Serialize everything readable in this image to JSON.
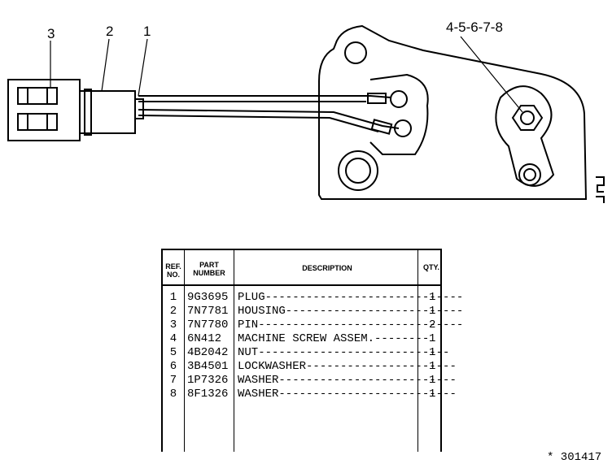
{
  "callouts": {
    "c1": "1",
    "c2": "2",
    "c3": "3",
    "c4": "4-5-6-7-8"
  },
  "table": {
    "headers": {
      "ref_line1": "REF.",
      "ref_line2": "NO.",
      "part_line1": "PART",
      "part_line2": "NUMBER",
      "description": "DESCRIPTION",
      "qty": "QTY."
    },
    "rows": [
      {
        "ref": "1",
        "part": "9G3695",
        "desc": "PLUG-----------------------------",
        "qty": "1"
      },
      {
        "ref": "2",
        "part": "7N7781",
        "desc": "HOUSING--------------------------",
        "qty": "1"
      },
      {
        "ref": "3",
        "part": "7N7780",
        "desc": "PIN------------------------------",
        "qty": "2"
      },
      {
        "ref": "4",
        "part": "6N412",
        "desc": "MACHINE SCREW ASSEM.--------",
        "qty": "1"
      },
      {
        "ref": "5",
        "part": "4B2042",
        "desc": "NUT----------------------------",
        "qty": "1"
      },
      {
        "ref": "6",
        "part": "3B4501",
        "desc": "LOCKWASHER----------------------",
        "qty": "1"
      },
      {
        "ref": "7",
        "part": "1P7326",
        "desc": "WASHER--------------------------",
        "qty": "1"
      },
      {
        "ref": "8",
        "part": "8F1326",
        "desc": "WASHER--------------------------",
        "qty": "1"
      }
    ]
  },
  "footer_id": "* 301417"
}
